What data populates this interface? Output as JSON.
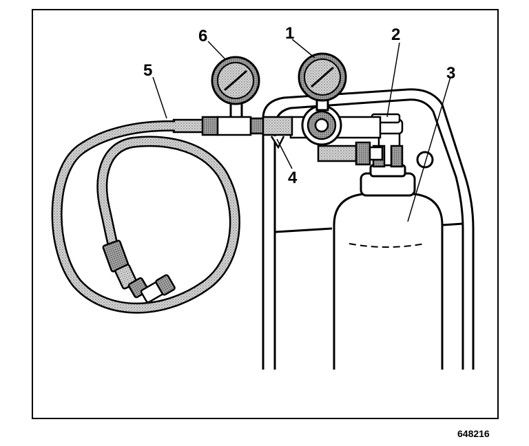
{
  "figure": {
    "figure_number": "648216",
    "callouts": {
      "c1": "1",
      "c2": "2",
      "c3": "3",
      "c4": "4",
      "c5": "5",
      "c6": "6"
    }
  },
  "colors": {
    "line": "#000000",
    "background": "#ffffff",
    "hose_fill": "#c8c8c8",
    "gauge_fill": "#b0b0b0"
  }
}
